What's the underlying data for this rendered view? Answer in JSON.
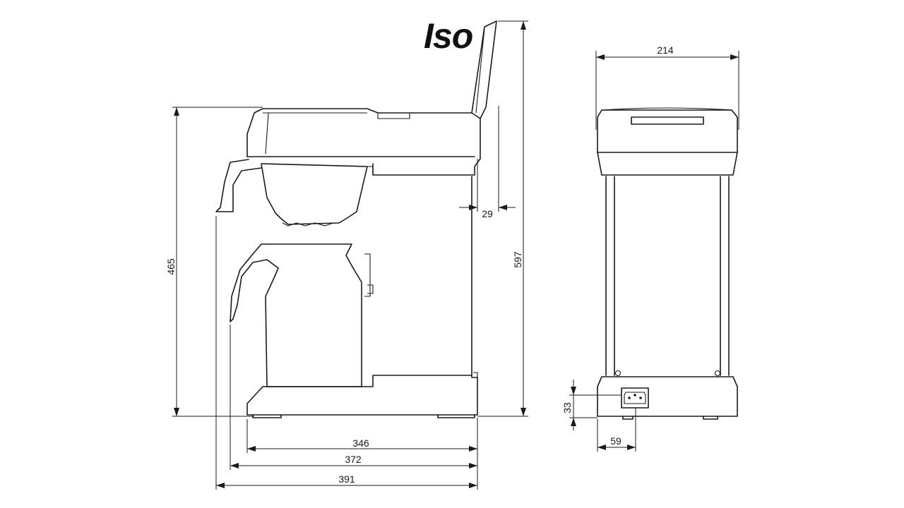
{
  "brand": {
    "text": "Iso"
  },
  "side_view": {
    "dimensions": {
      "height_body": "465",
      "height_total": "597",
      "lid_offset": "29",
      "depth_base": "346",
      "depth_mid": "372",
      "depth_total": "391"
    }
  },
  "front_view": {
    "dimensions": {
      "width": "214",
      "socket_height": "33",
      "socket_offset": "59"
    }
  }
}
